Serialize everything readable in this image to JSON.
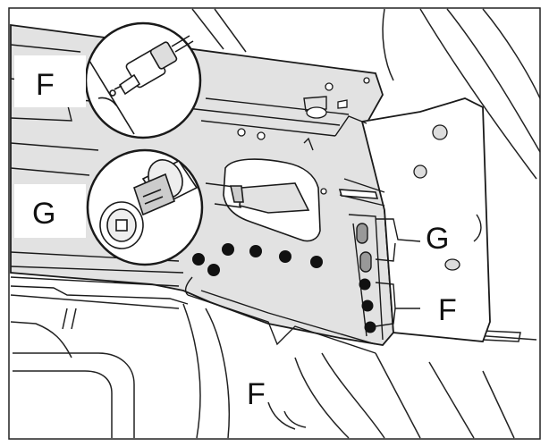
{
  "labels": {
    "f_top_left": "F",
    "g_left": "G",
    "g_right": "G",
    "f_right": "F",
    "f_bottom": "F"
  },
  "colors": {
    "panel_fill": "#e2e2e2",
    "line": "#1a1a1a",
    "rivet": "#111111",
    "background": "#ffffff"
  },
  "icons": {
    "rivet_callout": "rivet-gun-nozzle-icon",
    "screw_callout": "screw-with-washer-icon"
  },
  "counts": {
    "rivets_body": 6,
    "rivets_pillar": 3
  }
}
